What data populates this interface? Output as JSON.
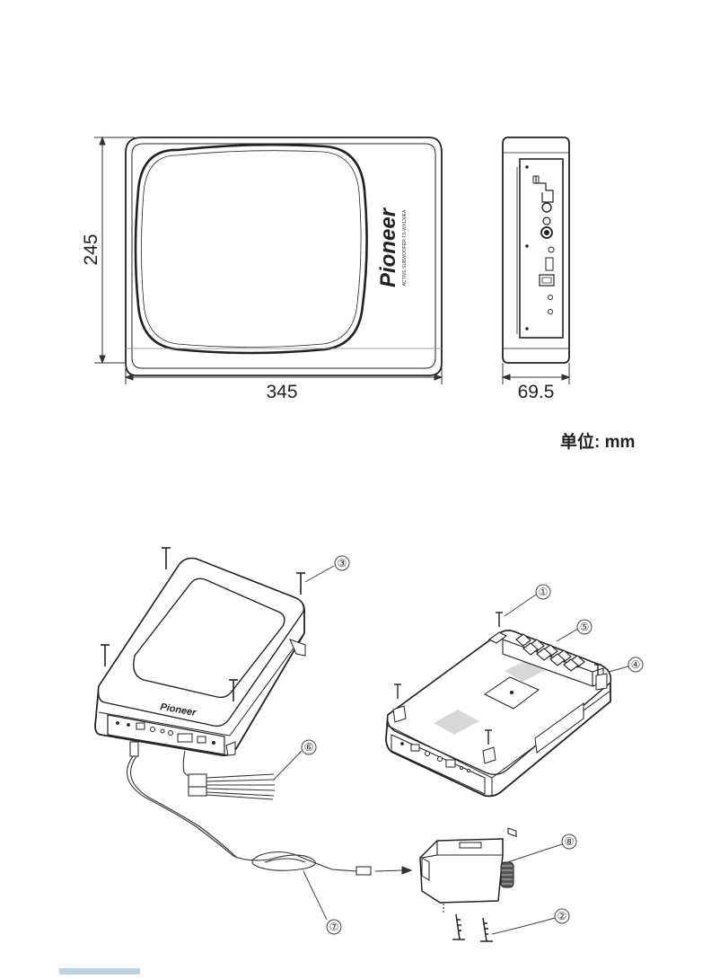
{
  "dimensions": {
    "height": "245",
    "width": "345",
    "depth": "69.5"
  },
  "unit_label": "单位: mm",
  "brand": {
    "name": "Pioneer",
    "model_line": "ACTIVE SUBWOOFER TS-WX130EA"
  },
  "callouts": [
    "①",
    "②",
    "③",
    "④",
    "⑤",
    "⑥",
    "⑦",
    "⑧"
  ]
}
